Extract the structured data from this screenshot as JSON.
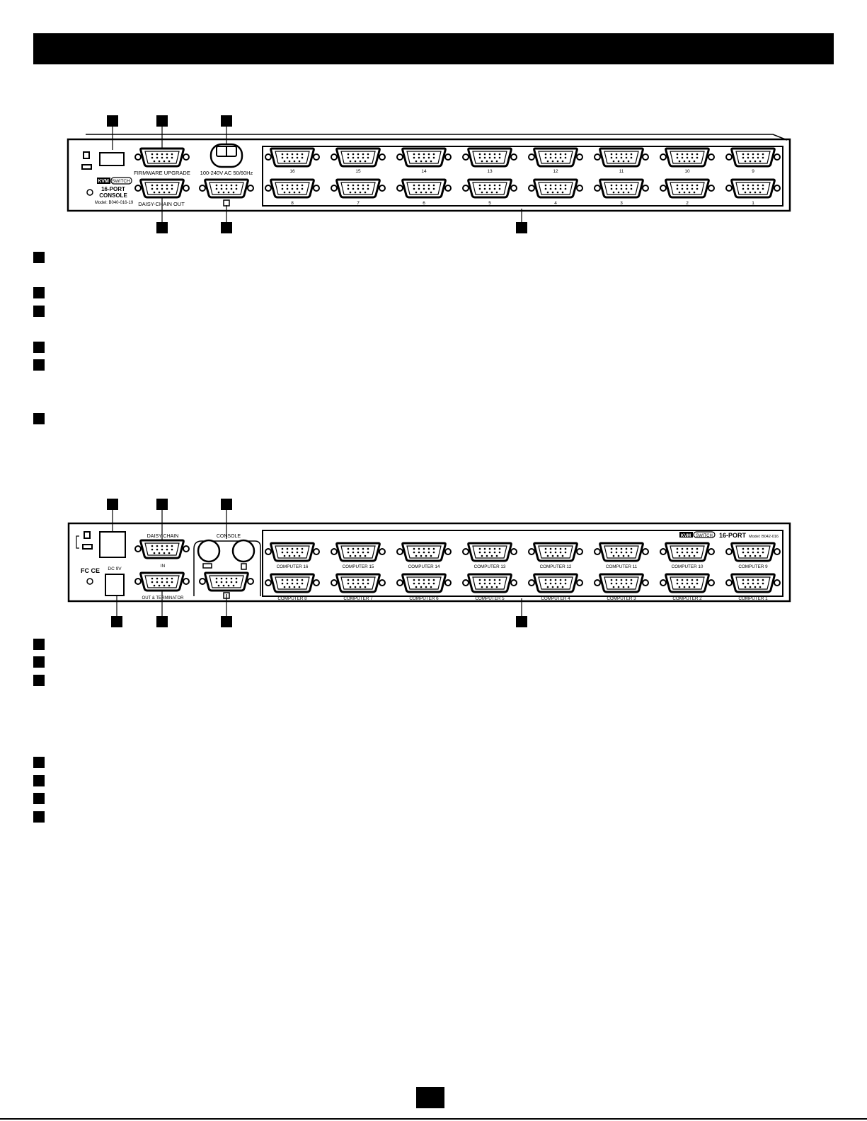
{
  "device1": {
    "firmware_label": "FIRMWARE UPGRADE",
    "power_label": "100-240V AC 50/60Hz",
    "brand_kvm": "KVM",
    "brand_switch": "SWITCH",
    "console_line1": "16-PORT",
    "console_line2": "CONSOLE",
    "model": "Model: B040-016-19",
    "daisy_label": "DAISY-CHAIN OUT",
    "ports_top": [
      "16",
      "15",
      "14",
      "13",
      "12",
      "11",
      "10",
      "9"
    ],
    "ports_bottom": [
      "8",
      "7",
      "6",
      "5",
      "4",
      "3",
      "2",
      "1"
    ]
  },
  "device2": {
    "daisy_label": "DAISY CHAIN",
    "console_label": "CONSOLE",
    "in_label": "IN",
    "dc_label": "DC 9V",
    "out_label": "OUT & TERMINATOR",
    "fc_ce": "FC CE",
    "brand_kvm": "KVM",
    "brand_switch": "SWITCH",
    "port_title": "16-PORT",
    "model": "Model: B042-016",
    "ports_top": [
      "COMPUTER 16",
      "COMPUTER 15",
      "COMPUTER 14",
      "COMPUTER 13",
      "COMPUTER 12",
      "COMPUTER 11",
      "COMPUTER 10",
      "COMPUTER 9"
    ],
    "ports_bottom": [
      "COMPUTER 8",
      "COMPUTER 7",
      "COMPUTER 6",
      "COMPUTER 5",
      "COMPUTER 4",
      "COMPUTER 3",
      "COMPUTER 2",
      "COMPUTER 1"
    ]
  }
}
